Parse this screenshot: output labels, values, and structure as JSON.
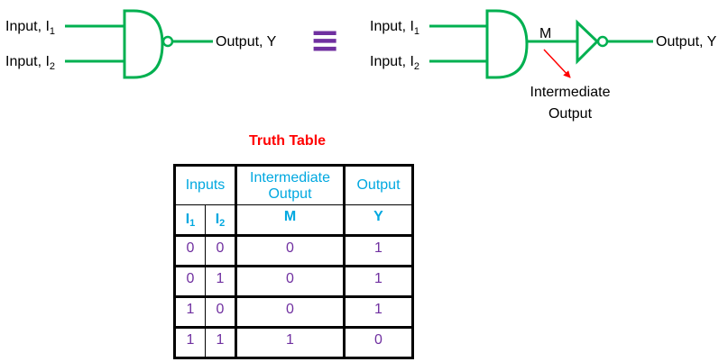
{
  "diagram": {
    "left": {
      "input1": "Input, I",
      "input1_sub": "1",
      "input2": "Input, I",
      "input2_sub": "2",
      "output": "Output, Y"
    },
    "equivalence": "≡",
    "right": {
      "input1": "Input, I",
      "input1_sub": "1",
      "input2": "Input, I",
      "input2_sub": "2",
      "node_label": "M",
      "output": "Output, Y",
      "annotation_line1": "Intermediate",
      "annotation_line2": "Output"
    },
    "colors": {
      "wire": "#00b050",
      "gate": "#00b050",
      "equivalence": "#7030a0",
      "arrow": "#ff0000"
    }
  },
  "truth_table": {
    "title": "Truth Table",
    "header_inputs": "Inputs",
    "header_intermediate_line1": "Intermediate",
    "header_intermediate_line2": "Output",
    "header_output": "Output",
    "col_i1": "I",
    "col_i1_sub": "1",
    "col_i2": "I",
    "col_i2_sub": "2",
    "col_m": "M",
    "col_y": "Y",
    "rows": [
      {
        "i1": "0",
        "i2": "0",
        "m": "0",
        "y": "1"
      },
      {
        "i1": "0",
        "i2": "1",
        "m": "0",
        "y": "1"
      },
      {
        "i1": "1",
        "i2": "0",
        "m": "0",
        "y": "1"
      },
      {
        "i1": "1",
        "i2": "1",
        "m": "1",
        "y": "0"
      }
    ],
    "colors": {
      "title": "#ff0000",
      "header": "#00a8e0",
      "values": "#7030a0"
    }
  }
}
